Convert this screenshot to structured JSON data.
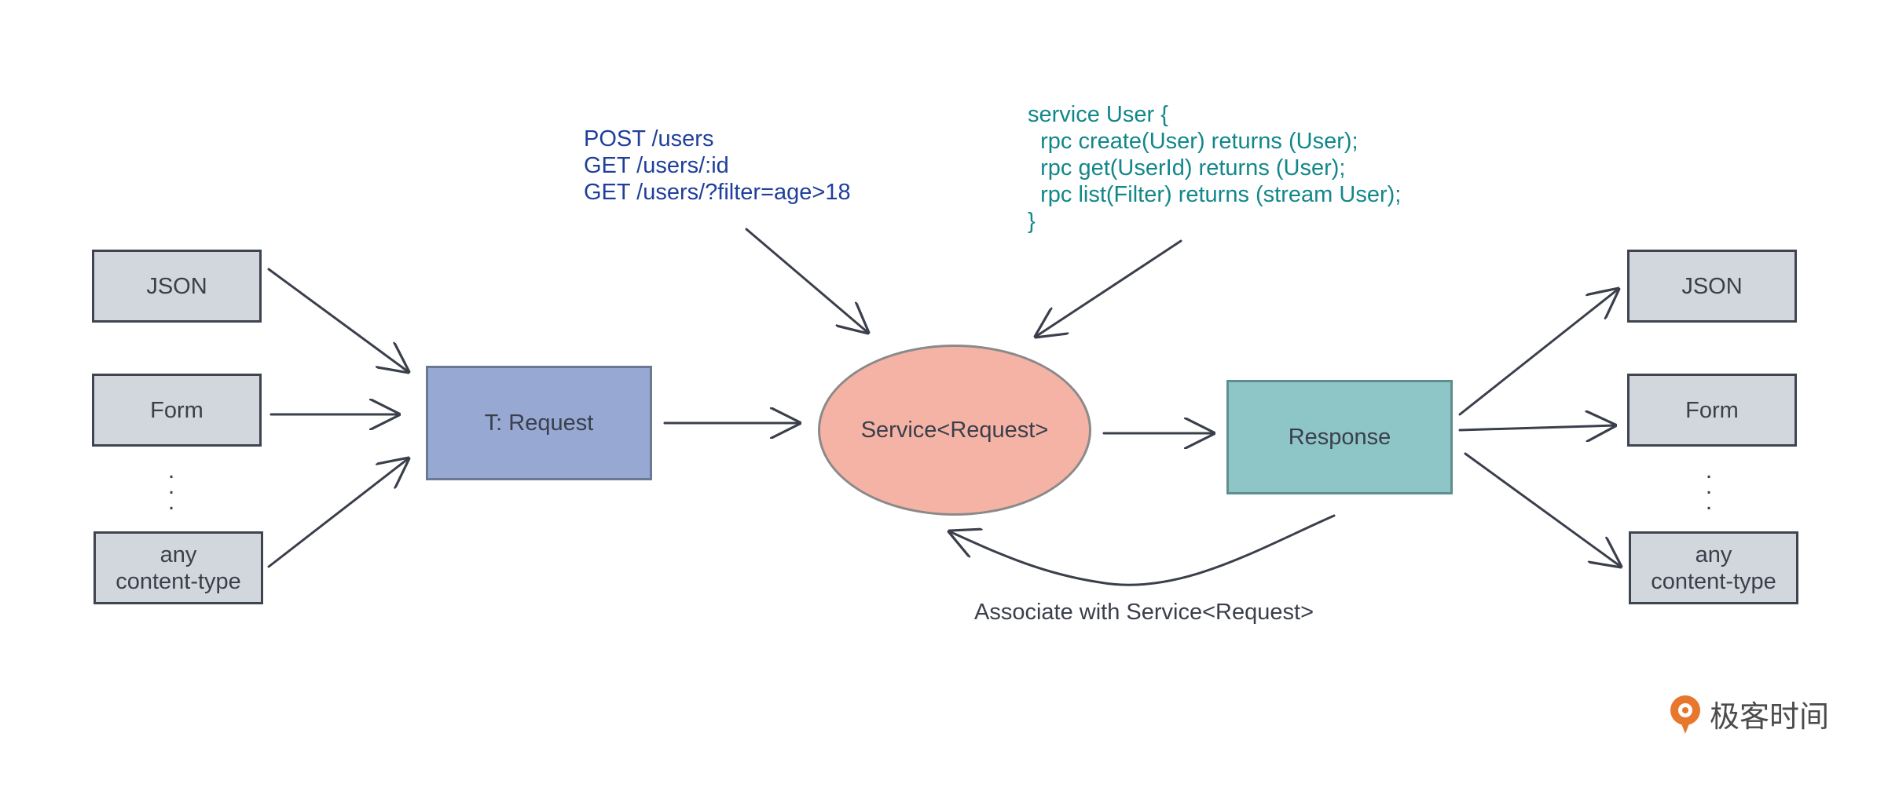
{
  "inputs": {
    "json": "JSON",
    "form": "Form",
    "dots": ".\n.\n.",
    "any": "any\ncontent-type"
  },
  "request": "T: Request",
  "service": "Service<Request>",
  "response": "Response",
  "outputs": {
    "json": "JSON",
    "form": "Form",
    "dots": ".\n.\n.",
    "any": "any\ncontent-type"
  },
  "rest_note": "POST /users\nGET /users/:id\nGET /users/?filter=age>18",
  "rpc_note": "service User {\n  rpc create(User) returns (User);\n  rpc get(UserId) returns (User);\n  rpc list(Filter) returns (stream User);\n}",
  "associate_label": "Associate with Service<Request>",
  "logo": "极客时间",
  "colors": {
    "input_box": "#d2d6dd",
    "request_box": "#97a9d3",
    "service_ellipse": "#f5b3a5",
    "response_box": "#8ec6c7",
    "rest_text": "#1f3f9a",
    "rpc_text": "#12878a",
    "logo_accent": "#e8772e"
  }
}
